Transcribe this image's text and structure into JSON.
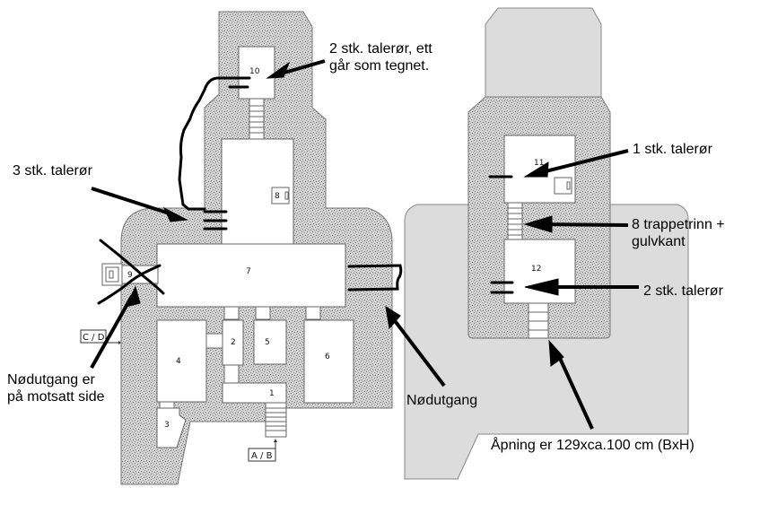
{
  "diagram": {
    "title": "Bunker floor plan with annotations",
    "colors": {
      "concrete_fill": "#cfcfcf",
      "concrete_speckle": "#7a7a7a",
      "ground_fill": "#dcdcdc",
      "room_fill": "#ffffff",
      "outline": "#666666",
      "marker": "#000000"
    },
    "rooms": [
      {
        "id": "1",
        "label": "1"
      },
      {
        "id": "2",
        "label": "2"
      },
      {
        "id": "3",
        "label": "3"
      },
      {
        "id": "4",
        "label": "4"
      },
      {
        "id": "5",
        "label": "5"
      },
      {
        "id": "6",
        "label": "6"
      },
      {
        "id": "7",
        "label": "7"
      },
      {
        "id": "8",
        "label": "8"
      },
      {
        "id": "9",
        "label": "9"
      },
      {
        "id": "10",
        "label": "10"
      },
      {
        "id": "11",
        "label": "11"
      },
      {
        "id": "12",
        "label": "12"
      }
    ],
    "section_markers": [
      {
        "id": "cd",
        "label": "C / D"
      },
      {
        "id": "ab",
        "label": "A / B"
      }
    ],
    "annotations": [
      {
        "id": "room10-pipes",
        "lines": [
          "2 stk. talerør, ett",
          "går som tegnet."
        ]
      },
      {
        "id": "room7-pipes",
        "lines": [
          "3 stk. talerør"
        ]
      },
      {
        "id": "emergency-exit-other-side",
        "lines": [
          "Nødutgang er",
          "på motsatt side"
        ]
      },
      {
        "id": "emergency-exit",
        "lines": [
          "Nødutgang"
        ]
      },
      {
        "id": "room11-pipe",
        "lines": [
          "1 stk. talerør"
        ]
      },
      {
        "id": "stairs",
        "lines": [
          "8 trappetrinn +",
          "gulvkant"
        ]
      },
      {
        "id": "room12-pipes",
        "lines": [
          "2 stk. talerør"
        ]
      },
      {
        "id": "opening",
        "lines": [
          "Åpning er 129xca.100 cm (BxH)"
        ]
      }
    ]
  }
}
